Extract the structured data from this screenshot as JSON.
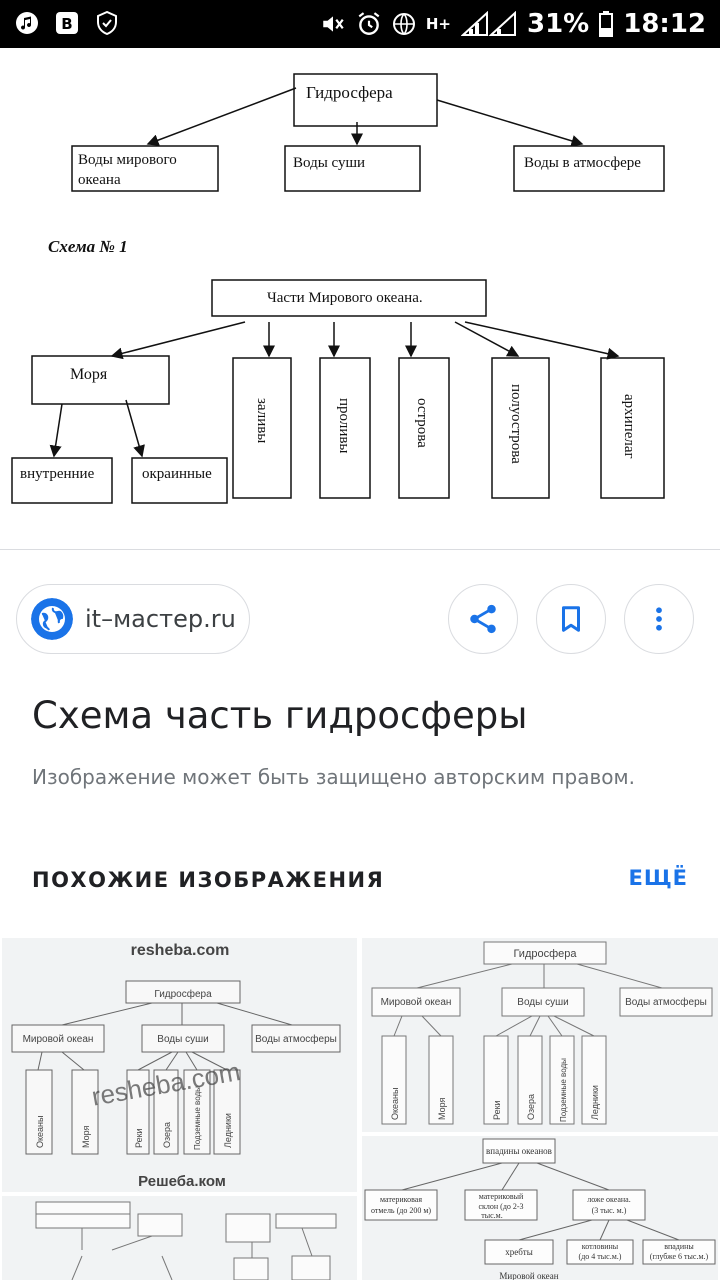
{
  "status_bar": {
    "battery": "31%",
    "time": "18:12",
    "network": "H+"
  },
  "diagram": {
    "root": "Гидросфера",
    "level1": [
      "Воды мирового",
      "океана",
      "Воды суши",
      "Воды в атмосфере"
    ],
    "scheme_label": "Схема № 1",
    "ocean_parts": "Части Мирового океана.",
    "seas": "Моря",
    "inner": "внутренние",
    "outer": "окраинные",
    "vertical": [
      "заливы",
      "проливы",
      "острова",
      "полуострова",
      "архипелаг"
    ]
  },
  "source": {
    "site": "it–мастер.ru"
  },
  "title": "Схема часть гидросферы",
  "copyright": "Изображение может быть защищено авторским правом.",
  "similar": {
    "header": "ПОХОЖИЕ ИЗОБРАЖЕНИЯ",
    "more": "ЕЩЁ"
  },
  "thumb1": {
    "site": "resheba.com",
    "root": "Гидросфера",
    "boxes": [
      "Мировой океан",
      "Воды суши",
      "Воды атмосферы"
    ],
    "vertical": [
      "Океаны",
      "Моря",
      "Реки",
      "Озера",
      "Подземные воды",
      "Ледники"
    ],
    "watermark": "resheba.com",
    "caption": "Решеба.ком"
  },
  "thumb2": {
    "root": "Гидросфера",
    "boxes": [
      "Мировой океан",
      "Воды суши",
      "Воды атмосферы"
    ],
    "vertical": [
      "Океаны",
      "Моря",
      "Реки",
      "Озера",
      "Подземные воды",
      "Ледники"
    ]
  },
  "thumb4": {
    "root": "впадины океанов",
    "boxes": [
      "материковая",
      "отмель (до 200 м)",
      "материковый",
      "склон (до 2-3",
      "тыс.м.",
      "ложе океана.",
      "(3 тыс. м.)"
    ],
    "bottom": [
      "хребты",
      "котловины",
      "(до 4 тыс.м.)",
      "впадины",
      "(глубже 6 тыс.м.)"
    ],
    "footer": "Мировой океан"
  },
  "colors": {
    "accent": "#1a73e8",
    "icon_blue": "#1a73e8",
    "divider": "#dadce0"
  },
  "icons": [
    "music-note-icon",
    "vk-icon",
    "shield-check-icon",
    "mute-icon",
    "alarm-icon",
    "globe-icon",
    "signal-icon",
    "battery-icon",
    "share-icon",
    "bookmark-icon",
    "more-vert-icon",
    "globe-favicon"
  ]
}
